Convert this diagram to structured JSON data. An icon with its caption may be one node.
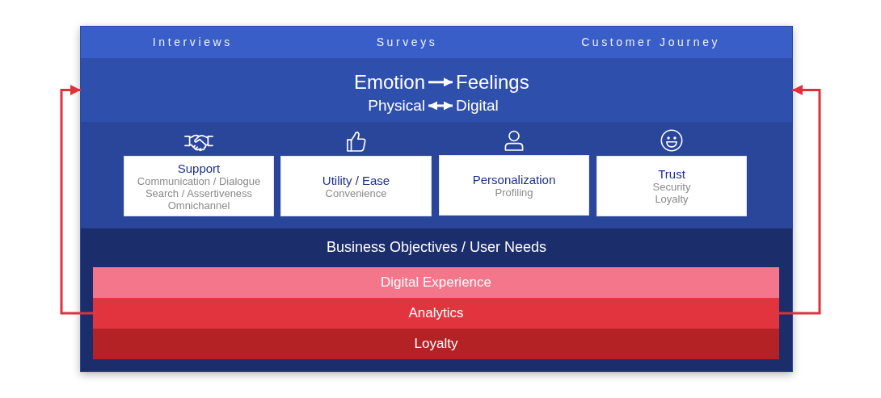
{
  "diagram": {
    "nodes": [
      {
        "text": [
          "Interviews",
          "Surveys",
          "Customer Journey"
        ]
      },
      {
        "text": [],
        "shape": "band"
      },
      {
        "text": [
          "Emotion"
        ],
        "in": 1
      },
      {
        "text": [
          "Feelings"
        ],
        "in": 1
      },
      {
        "text": [
          "Physical"
        ],
        "in": 1
      },
      {
        "text": [
          "Digital"
        ],
        "in": 1
      },
      {
        "text": [],
        "shape": "band"
      },
      {
        "text": [
          "Support",
          "Communication / Dialogue",
          "Search / Assertiveness",
          "Omnichannel"
        ],
        "in": 6
      },
      {
        "text": [
          "Utility / Ease",
          "Convenience"
        ],
        "in": 6
      },
      {
        "text": [
          "Personalization",
          "Profiling"
        ],
        "in": 6
      },
      {
        "text": [
          "Trust",
          "Security",
          "Loyalty"
        ],
        "in": 6
      },
      {
        "text": [
          "Business Objectives / User Needs"
        ]
      },
      {
        "text": [
          "Digital Experience"
        ],
        "in": 11
      },
      {
        "text": [
          "Analytics"
        ],
        "in": 11
      },
      {
        "text": [
          "Loyalty"
        ],
        "in": 11
      }
    ],
    "edges": [
      {
        "from": 2,
        "to": 3,
        "arrow": "to"
      },
      {
        "from": 4,
        "to": 5,
        "arrow": "both"
      },
      {
        "from": 13,
        "to": 1,
        "arrow": "to",
        "color": "#e0313b"
      },
      {
        "from": 13,
        "to": 1,
        "arrow": "to",
        "color": "#e0313b"
      }
    ]
  }
}
